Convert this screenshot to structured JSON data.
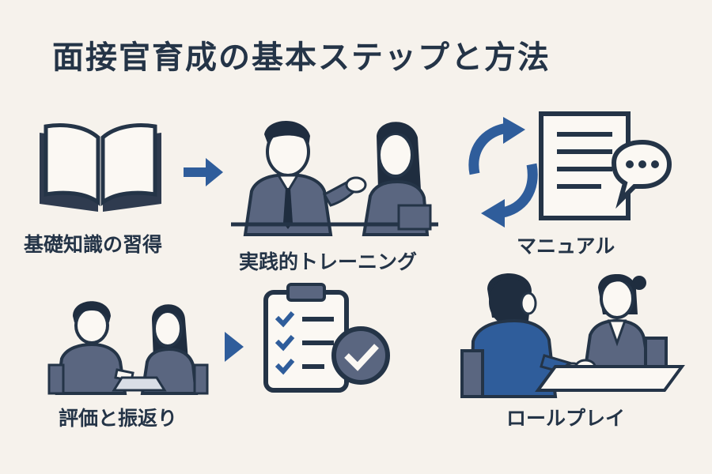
{
  "title": "面接官育成の基本ステップと方法",
  "steps": [
    {
      "label": "基礎知識の習得",
      "icon": "open-book-icon"
    },
    {
      "label": "実践的トレーニング",
      "icon": "training-conversation-icon"
    },
    {
      "label": "マニュアル",
      "icon": "manual-document-icon"
    },
    {
      "label": "評価と振返り",
      "icon": "interview-review-icon"
    },
    {
      "label": "ロールプレイ",
      "icon": "role-play-icon"
    }
  ],
  "colors": {
    "background": "#f6f2ec",
    "dark": "#243447",
    "accent": "#2f5d9b",
    "suit": "#5a6680"
  }
}
